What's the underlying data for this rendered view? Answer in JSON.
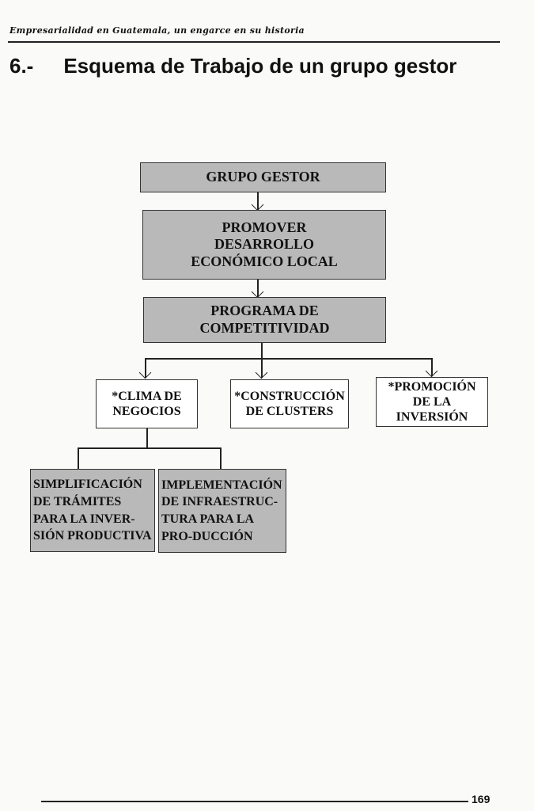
{
  "header": {
    "running_title": "Empresarialidad en Guatemala, un engarce en su historia"
  },
  "section": {
    "number": "6.-",
    "title": "Esquema de Trabajo de un grupo gestor"
  },
  "diagram": {
    "grupo": "GRUPO GESTOR",
    "promover": "PROMOVER DESARROLLO ECONÓMICO LOCAL",
    "programa": "PROGRAMA DE COMPETITIVIDAD",
    "clima": "*CLIMA DE NEGOCIOS",
    "clusters": "*CONSTRUCCIÓN DE CLUSTERS",
    "promocion": "*PROMOCIÓN DE LA INVERSIÓN",
    "simplificacion": "SIMPLIFICACIÓN DE TRÁMITES PARA LA INVER-SIÓN PRODUCTIVA",
    "implementacion": "IMPLEMENTACIÓN DE INFRAESTRUC-TURA PARA LA PRO-DUCCIÓN"
  },
  "footer": {
    "page_number": "169"
  }
}
